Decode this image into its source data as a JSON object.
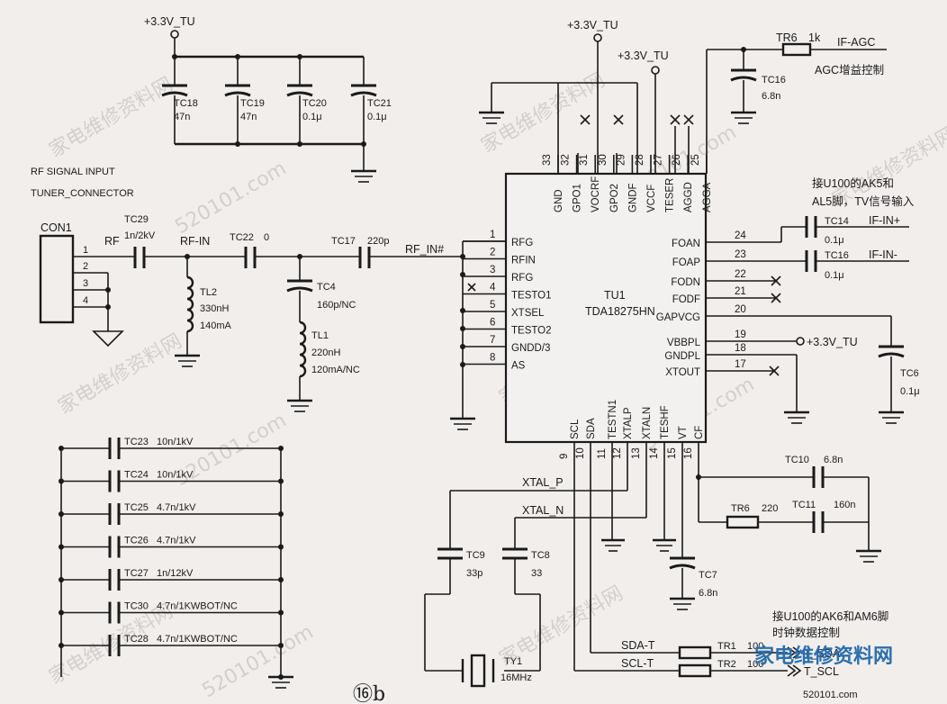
{
  "diagram": {
    "figure_label": "⑯b"
  },
  "watermarks": [
    "家电维修资料网",
    "520101.com"
  ],
  "logo": {
    "text": "家电维修资料网",
    "sub": "520101.com",
    "color": "#2a6fb0"
  },
  "power": {
    "v33": "+3.3V_TU"
  },
  "connector": {
    "title_line1": "RF SIGNAL INPUT",
    "title_line2": "TUNER_CONNECTOR",
    "name": "CON1",
    "pins": [
      "1",
      "2",
      "3",
      "4"
    ]
  },
  "nets": {
    "rf": "RF",
    "rf_in": "RF-IN",
    "rf_in_hash": "RF_IN#",
    "xtal_p": "XTAL_P",
    "xtal_n": "XTAL_N",
    "sda_t": "SDA-T",
    "scl_t": "SCL-T",
    "t_sda": "T_SDA",
    "t_scl": "T_SCL",
    "if_agc": "IF-AGC",
    "if_in_p": "IF-IN+",
    "if_in_n": "IF-IN-"
  },
  "components": {
    "tc18": {
      "name": "TC18",
      "value": "47n"
    },
    "tc19": {
      "name": "TC19",
      "value": "47n"
    },
    "tc20": {
      "name": "TC20",
      "value": "0.1μ"
    },
    "tc21": {
      "name": "TC21",
      "value": "0.1μ"
    },
    "tc29": {
      "name": "TC29",
      "value": "1n/2kV"
    },
    "tc22": {
      "name": "TC22",
      "value": "0"
    },
    "tc17": {
      "name": "TC17",
      "value": "220p"
    },
    "tl2": {
      "name": "TL2",
      "value1": "330nH",
      "value2": "140mA"
    },
    "tc4": {
      "name": "TC4",
      "value": "160p/NC"
    },
    "tl1": {
      "name": "TL1",
      "value1": "220nH",
      "value2": "120mA/NC"
    },
    "tr6a": {
      "name": "TR6",
      "value": "1k"
    },
    "tc16a": {
      "name": "TC16",
      "value": "6.8n"
    },
    "tc14": {
      "name": "TC14",
      "value": "0.1μ"
    },
    "tc16b": {
      "name": "TC16",
      "value": "0.1μ"
    },
    "tc6": {
      "name": "TC6",
      "value": "0.1μ"
    },
    "tc10": {
      "name": "TC10",
      "value": "6.8n"
    },
    "tr6b": {
      "name": "TR6",
      "value": "220"
    },
    "tc11": {
      "name": "TC11",
      "value": "160n"
    },
    "tc7": {
      "name": "TC7",
      "value": "6.8n"
    },
    "tc9": {
      "name": "TC9",
      "value": "33p"
    },
    "tc8": {
      "name": "TC8",
      "value": "33"
    },
    "ty1": {
      "name": "TY1",
      "value": "16MHz"
    },
    "tr1": {
      "name": "TR1",
      "value": "100"
    },
    "tr2": {
      "name": "TR2",
      "value": "100"
    }
  },
  "bank": [
    {
      "name": "TC23",
      "value": "10n/1kV"
    },
    {
      "name": "TC24",
      "value": "10n/1kV"
    },
    {
      "name": "TC25",
      "value": "4.7n/1kV"
    },
    {
      "name": "TC26",
      "value": "4.7n/1kV"
    },
    {
      "name": "TC27",
      "value": "1n/12kV"
    },
    {
      "name": "TC30",
      "value": "4.7n/1KWBOT/NC"
    },
    {
      "name": "TC28",
      "value": "4.7n/1KWBOT/NC"
    }
  ],
  "ic": {
    "ref": "TU1",
    "part": "TDA18275HN",
    "left_pins": [
      {
        "num": "1",
        "name": "RFG"
      },
      {
        "num": "2",
        "name": "RFIN"
      },
      {
        "num": "3",
        "name": "RFG"
      },
      {
        "num": "4",
        "name": "TESTO1"
      },
      {
        "num": "5",
        "name": "XTSEL"
      },
      {
        "num": "6",
        "name": "TESTO2"
      },
      {
        "num": "7",
        "name": "GNDD/3"
      },
      {
        "num": "8",
        "name": "AS"
      }
    ],
    "top_pins": [
      {
        "num": "33",
        "name": "GND"
      },
      {
        "num": "32",
        "name": "GPO1"
      },
      {
        "num": "31",
        "name": "VOCRF"
      },
      {
        "num": "30",
        "name": "GPO2"
      },
      {
        "num": "29",
        "name": "GNDF"
      },
      {
        "num": "28",
        "name": "VCCF"
      },
      {
        "num": "27",
        "name": "TESER"
      },
      {
        "num": "26",
        "name": "AGGD"
      },
      {
        "num": "25",
        "name": "AGGA"
      }
    ],
    "right_pins": [
      {
        "num": "24",
        "name": "FOAN"
      },
      {
        "num": "23",
        "name": "FOAP"
      },
      {
        "num": "22",
        "name": "FODN"
      },
      {
        "num": "21",
        "name": "FODF"
      },
      {
        "num": "20",
        "name": "GAPVCG"
      },
      {
        "num": "19",
        "name": "VBBPL"
      },
      {
        "num": "18",
        "name": "GNDPL"
      },
      {
        "num": "17",
        "name": "XTOUT"
      }
    ],
    "bottom_pins": [
      {
        "num": "9",
        "name": "SCL"
      },
      {
        "num": "10",
        "name": "SDA"
      },
      {
        "num": "11",
        "name": "TESTN1"
      },
      {
        "num": "12",
        "name": "XTALP"
      },
      {
        "num": "13",
        "name": "XTALN"
      },
      {
        "num": "14",
        "name": "TESHF"
      },
      {
        "num": "15",
        "name": "VT"
      },
      {
        "num": "16",
        "name": "CF"
      }
    ]
  },
  "notes": {
    "agc": "AGC增益控制",
    "if_line1": "接U100的AK5和",
    "if_line2": "AL5脚，TV信号输入",
    "i2c_line1": "接U100的AK6和AM6脚",
    "i2c_line2": "时钟数据控制"
  }
}
